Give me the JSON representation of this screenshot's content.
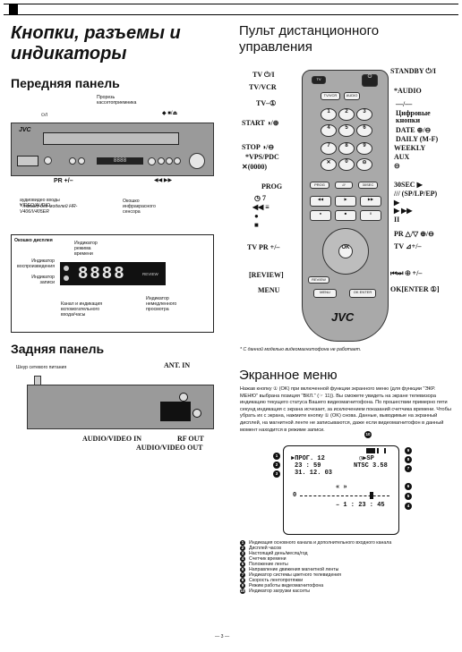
{
  "headings": {
    "main_left": "Кнопки, разъемы и индикаторы",
    "front_panel": "Передняя панель",
    "rear_panel": "Задняя панель",
    "remote": "Пульт дистанционного управления",
    "osd": "Экранное меню"
  },
  "front": {
    "slot_label": "Прорезь кассетоприемника",
    "power_label": "⏻/I",
    "pr_label": "PR +/–",
    "av_inputs_note": "аудиовидео входы VIDEO/AUDIO",
    "models_note": "* только для моделей HR-V406/V405ER",
    "ir_window": "Окошко инфракрасного сенсора",
    "brand": "JVC",
    "display_digits": "8888",
    "rew_ff": "◀◀   ▶▶",
    "play_eject": "◆   ■/⏏"
  },
  "display_window": {
    "title": "Окошко дисплея",
    "timer_mode": "Индикатор режима времени",
    "playback": "Индикатор воспроизведения",
    "record": "Индикатор записи",
    "channel": "Канал и индикация вспомогательного входа/часы",
    "instant_review": "Индикатор немедленного просмотра",
    "display_digits": "8888",
    "review_tag": "REVIEW"
  },
  "rear": {
    "power_cord": "Шнур сетевого питания",
    "ant_in": "ANT. IN",
    "av_in": "AUDIO/VIDEO IN",
    "rf_out": "RF OUT",
    "av_out": "AUDIO/VIDEO OUT"
  },
  "remote": {
    "left_labels": [
      "TV ⏻/I",
      "TV/VCR",
      "TV–①",
      "START ◑/⊕",
      "STOP ◑/⊖",
      "*VPS/PDC",
      "✕(0000)",
      "PROG",
      "◷ 7",
      "◀◀ ≡",
      "●",
      "■",
      "TV PR +/–",
      "[REVIEW]",
      "MENU"
    ],
    "right_labels": [
      "STANDBY ⏻/I",
      "*AUDIO",
      "––/––",
      "Цифровые кнопки",
      "DATE ⊕/⊖",
      "DAILY (M-F)",
      "WEEKLY",
      "AUX",
      "⊝",
      "30SEC ▶",
      "/// (SP/LP/EP)",
      "▶",
      "▶ ▶▶",
      "II",
      "PR △/▽ ⊕/⊖",
      "TV ⊿+/–",
      "⏮⏭ ⊕ +/–",
      "OK[ENTER ①]"
    ],
    "keys_top": [
      "TV",
      "TV/VCR",
      "AUDIO"
    ],
    "keys_num": [
      "1",
      "2",
      "3",
      "4",
      "5",
      "6",
      "7",
      "8",
      "9",
      "0"
    ],
    "key_small": [
      "START",
      "STOP",
      "DATE",
      "VPS/PDC",
      "DAILY",
      "WEEKLY",
      "AUX"
    ],
    "footnote": "* С данной моделью видеомагнитофона не работает.",
    "brand": "JVC",
    "ok_key": "OK ENTER",
    "menu_key": "MENU"
  },
  "osd": {
    "paragraph": "Нажав кнопку ① (OK) при включенной функции экранного меню (для функции \"ЭКР. МЕНЮ\" выбрана позиция \"ВКЛ.\" (☞ 11)). Вы сможете увидеть на экране телевизора индикацию текущего статуса Вашего видеомагнитофона. По прошествии примерно пяти секунд индикация с экрана исчезает, за исключением показаний счетчика времени. Чтобы убрать их с экрана, нажмите кнопку ① (OK) снова. Данные, выводимые на экранный дисплей, на магнитной ленте не записываются, даже если видеомагнитофон в данный момент находится в режиме записи.",
    "screen": {
      "prog": "►ПРОГ. 12",
      "clock": "23 : 59",
      "date": "31. 12. 03",
      "mode": "◷▶SP",
      "system": "NTSC 3.58",
      "counter": "– 1 : 23 : 45",
      "zero": "0",
      "ab": "« »"
    },
    "callouts": [
      "1",
      "2",
      "3",
      "4",
      "5",
      "6",
      "7",
      "8",
      "9",
      "10"
    ],
    "legend": [
      "Индикация основного канала и дополнительного входного канала",
      "Дисплей часов",
      "Настоящий день/месяц/год",
      "Счетчик времени",
      "Положение ленты",
      "Направление движения магнитной ленты",
      "Индикатор системы цветного телевидения",
      "Скорость лентопротяжки",
      "Режим работы видеомагнитофона",
      "Индикатор загрузки кассеты"
    ]
  },
  "page_number": "— 3 —"
}
